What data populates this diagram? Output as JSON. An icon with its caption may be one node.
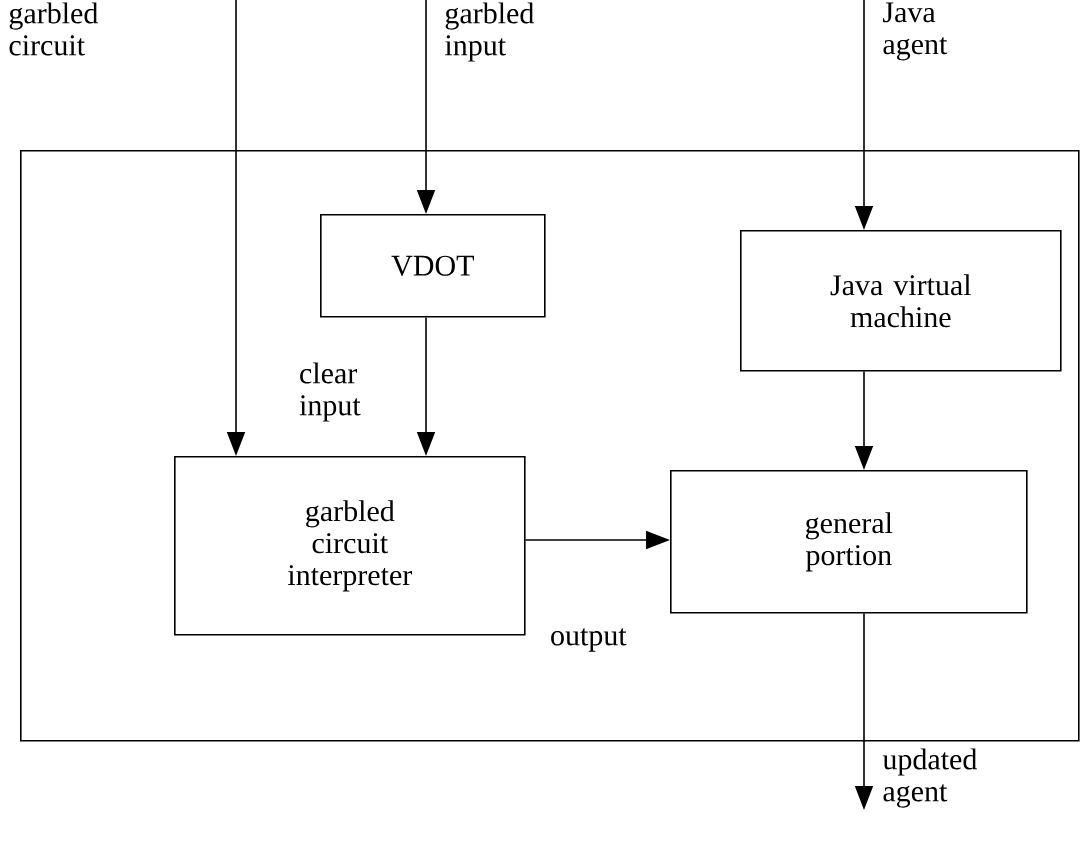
{
  "diagram": {
    "nodes": [
      {
        "text": [],
        "shape": "box"
      },
      {
        "text": [
          "garbled circuit"
        ]
      },
      {
        "text": [
          "garbled input"
        ]
      },
      {
        "text": [
          "Java agent"
        ]
      },
      {
        "text": [
          "VDOT"
        ],
        "in": 0
      },
      {
        "text": [
          "Java virtual machine"
        ],
        "in": 0
      },
      {
        "text": [
          "garbled circuit interpreter"
        ],
        "in": 0
      },
      {
        "text": [
          "general portion"
        ],
        "in": 0
      },
      {
        "text": [
          "updated agent"
        ]
      }
    ],
    "edges": [
      {
        "from": 1,
        "to": 6,
        "arrow": "to"
      },
      {
        "from": 2,
        "to": 4,
        "arrow": "to"
      },
      {
        "from": 3,
        "to": 5,
        "arrow": "to"
      },
      {
        "from": 4,
        "to": 6,
        "arrow": "to",
        "label": "clear input"
      },
      {
        "from": 5,
        "to": 7,
        "arrow": "to"
      },
      {
        "from": 6,
        "to": 7,
        "arrow": "to",
        "label": "output"
      },
      {
        "from": 7,
        "to": 8,
        "arrow": "to"
      }
    ]
  }
}
